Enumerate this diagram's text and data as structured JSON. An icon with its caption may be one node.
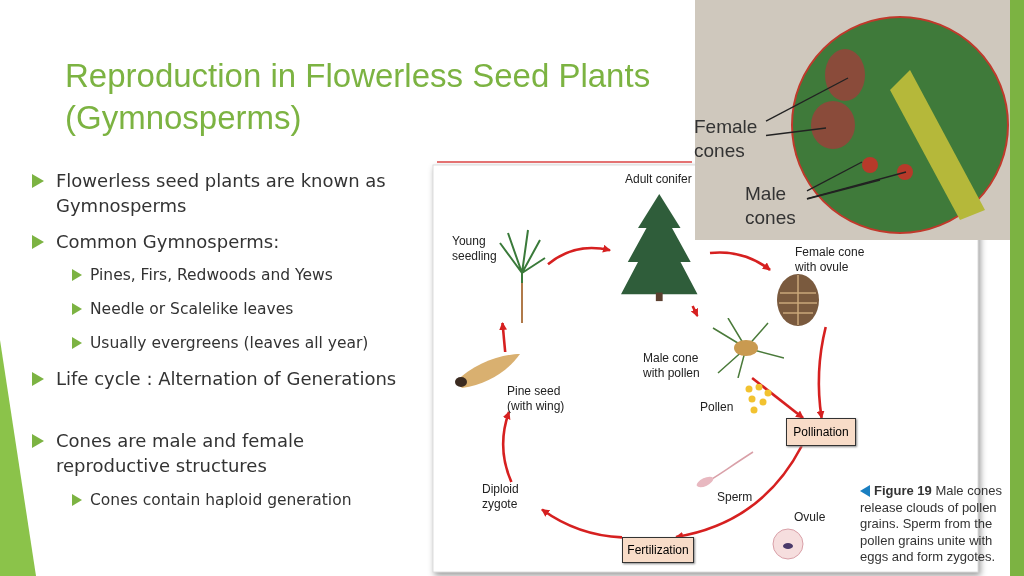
{
  "diagram": {
    "title": "Reproduction in Flowerless Seed Plants (Gymnosperms)",
    "nodes": [
      {
        "text": [
          "Adult conifer"
        ]
      },
      {
        "text": [
          "Female cone with ovule"
        ]
      },
      {
        "text": [
          "Male cone with pollen"
        ]
      },
      {
        "text": [
          "Pollen"
        ]
      },
      {
        "text": [
          "Pollination"
        ]
      },
      {
        "text": [
          "Sperm"
        ]
      },
      {
        "text": [
          "Ovule"
        ]
      },
      {
        "text": [
          "Fertilization"
        ]
      },
      {
        "text": [
          "Diploid zygote"
        ]
      },
      {
        "text": [
          "Pine seed (with wing)"
        ]
      },
      {
        "text": [
          "Young seedling"
        ]
      },
      {
        "text": [
          "Female cones"
        ]
      },
      {
        "text": [
          "Male cones"
        ]
      }
    ],
    "edges": [
      {
        "from": 10,
        "to": 0,
        "arrow": "to"
      },
      {
        "from": 0,
        "to": 1,
        "arrow": "to"
      },
      {
        "from": 0,
        "to": 2,
        "arrow": "to"
      },
      {
        "from": 2,
        "to": 4,
        "arrow": "to"
      },
      {
        "from": 1,
        "to": 4,
        "arrow": "to"
      },
      {
        "from": 4,
        "to": 7,
        "arrow": "to"
      },
      {
        "from": 7,
        "to": 8,
        "arrow": "to"
      },
      {
        "from": 8,
        "to": 9,
        "arrow": "to"
      },
      {
        "from": 9,
        "to": 10,
        "arrow": "to"
      },
      {
        "from": 11,
        "to": null,
        "arrow": "none",
        "color": "#222222"
      },
      {
        "from": 11,
        "to": null,
        "arrow": "none",
        "color": "#222222"
      },
      {
        "from": 12,
        "to": null,
        "arrow": "none",
        "color": "#222222"
      },
      {
        "from": 12,
        "to": null,
        "arrow": "none",
        "color": "#222222"
      },
      {
        "from": 12,
        "to": null,
        "arrow": "none",
        "color": "#222222"
      }
    ],
    "labels": [
      "Flowerless seed plants are known as Gymnosperms",
      "Common Gymnosperms:",
      "Pines, Firs, Redwoods and Yews",
      "Needle or Scalelike leaves",
      "Usually evergreens (leaves all year)",
      "Life cycle : Alternation of Generations",
      "Cones are male and female reproductive structures",
      "Cones contain haploid generation",
      "**Figure 19** Male cones release clouds of pollen grains. Sperm from the pollen grains unite with eggs and form zygotes."
    ]
  }
}
